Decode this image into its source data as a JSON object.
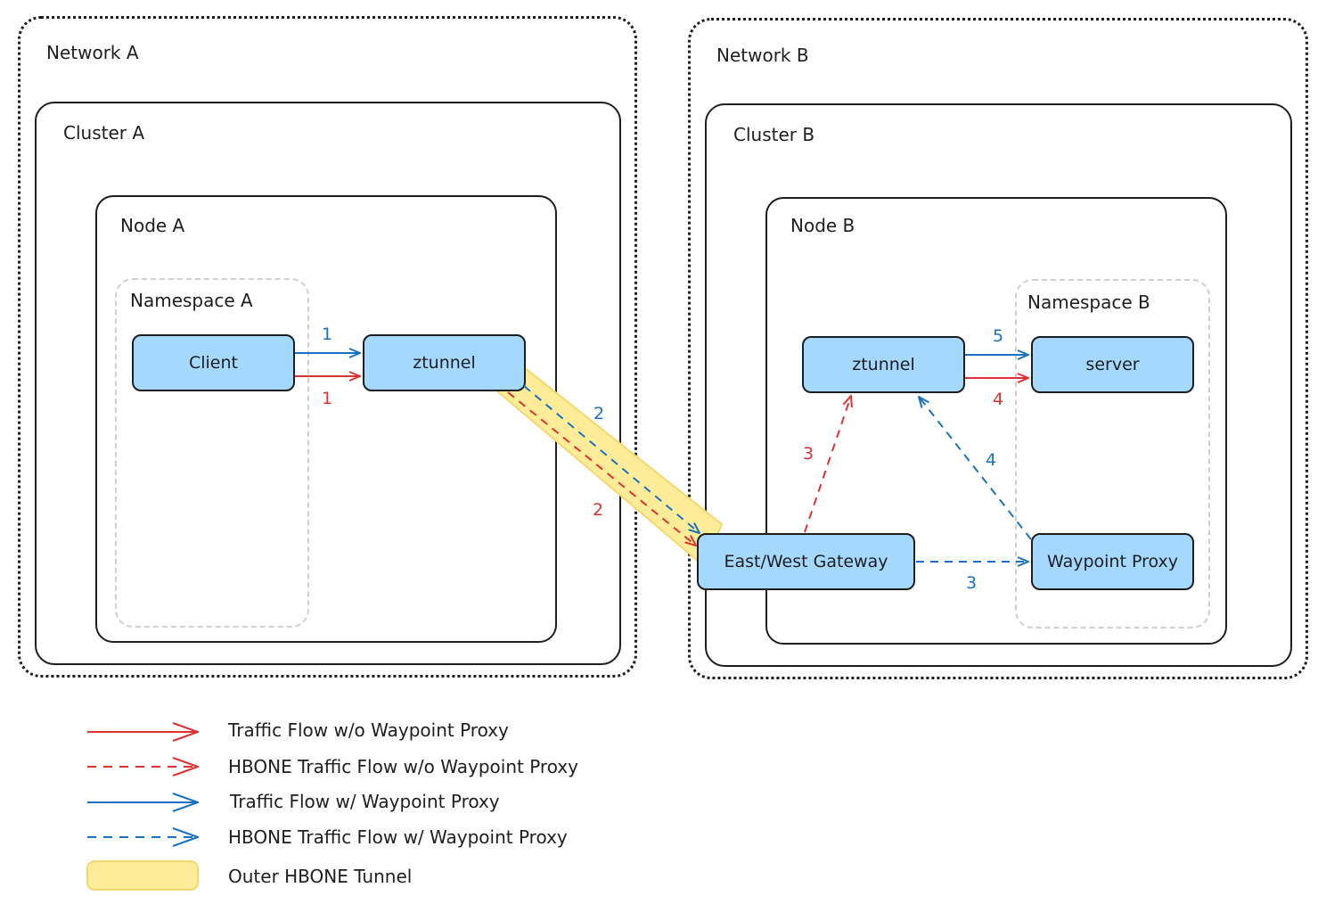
{
  "colors": {
    "red": "#e03131",
    "blue": "#1971c2",
    "box_fill": "#a5d8ff",
    "tunnel": "#ffec99",
    "tunnel_border": "#f5d76e",
    "namespace_border": "#cfcfcf"
  },
  "network_a": {
    "label": "Network A"
  },
  "network_b": {
    "label": "Network B"
  },
  "cluster_a": {
    "label": "Cluster A"
  },
  "cluster_b": {
    "label": "Cluster B"
  },
  "node_a": {
    "label": "Node A"
  },
  "node_b": {
    "label": "Node B"
  },
  "namespace_a": {
    "label": "Namespace A"
  },
  "namespace_b": {
    "label": "Namespace B"
  },
  "components": {
    "client": "Client",
    "ztunnel_a": "ztunnel",
    "ztunnel_b": "ztunnel",
    "server": "server",
    "gateway": "East/West Gateway",
    "waypoint": "Waypoint Proxy"
  },
  "steps": {
    "client_ztunnel_blue": "1",
    "client_ztunnel_red": "1",
    "tunnel_blue": "2",
    "tunnel_red": "2",
    "gateway_ztunnel_red": "3",
    "gateway_waypoint_blue": "3",
    "waypoint_ztunnel_blue": "4",
    "ztunnel_server_red": "4",
    "ztunnel_server_blue": "5"
  },
  "legend": [
    {
      "text": "Traffic Flow w/o Waypoint Proxy",
      "style": "solid",
      "color": "red"
    },
    {
      "text": "HBONE Traffic Flow w/o Waypoint Proxy",
      "style": "dashed",
      "color": "red"
    },
    {
      "text": "Traffic Flow w/ Waypoint Proxy",
      "style": "solid",
      "color": "blue"
    },
    {
      "text": "HBONE Traffic Flow w/ Waypoint Proxy",
      "style": "dashed",
      "color": "blue"
    },
    {
      "text": "Outer HBONE Tunnel",
      "style": "band",
      "color": "tunnel"
    }
  ]
}
